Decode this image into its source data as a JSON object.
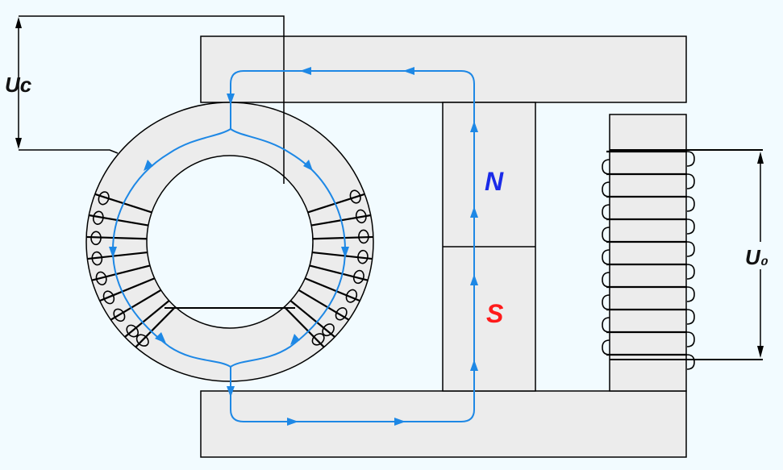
{
  "labels": {
    "uc": "Uc",
    "u0": "U₀",
    "north": "N",
    "south": "S"
  },
  "colors": {
    "background": "#f2fbff",
    "core_fill": "#ececec",
    "outline": "#000000",
    "winding": "#000000",
    "flux_line": "#1e88e5",
    "north_pole": "#1a2be8",
    "south_pole": "#ff1a1a"
  },
  "icons": {
    "flux_arrow": "arrow-head-icon"
  }
}
